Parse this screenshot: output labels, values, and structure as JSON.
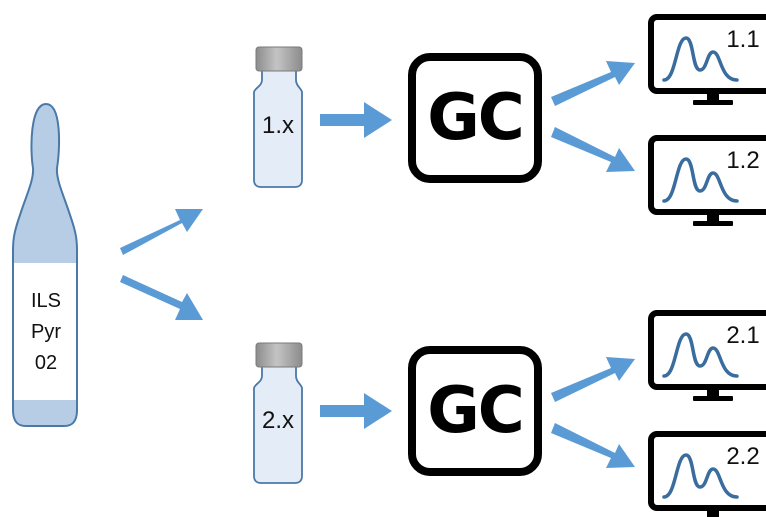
{
  "ampoule": {
    "line1": "ILS",
    "line2": "Pyr",
    "line3": "02"
  },
  "vials": [
    {
      "label": "1.x"
    },
    {
      "label": "2.x"
    }
  ],
  "gc_units": [
    {
      "label": "GC"
    },
    {
      "label": "GC"
    }
  ],
  "monitors": [
    {
      "label": "1.1"
    },
    {
      "label": "1.2"
    },
    {
      "label": "2.1"
    },
    {
      "label": "2.2"
    }
  ],
  "colors": {
    "arrow": "#5b9bd5",
    "vial_fill": "#e4ecf7",
    "vial_stroke": "#4a79a8",
    "cap": "#9e9e9e",
    "ampoule_fill": "#b7cde6",
    "peak": "#3a6d9e"
  }
}
